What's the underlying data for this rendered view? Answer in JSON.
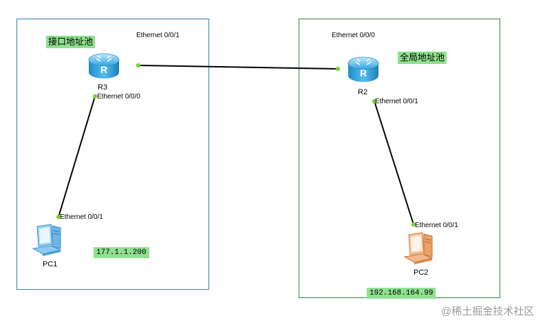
{
  "areas": {
    "left": {
      "title": "接口地址池",
      "address": "177.1.1.200"
    },
    "right": {
      "title": "全局地址池",
      "address": "192.168.164.99"
    }
  },
  "devices": {
    "r3": {
      "name": "R3",
      "icon": "router-icon"
    },
    "r2": {
      "name": "R2",
      "icon": "router-icon"
    },
    "pc1": {
      "name": "PC1",
      "icon": "pc-icon-blue"
    },
    "pc2": {
      "name": "PC2",
      "icon": "pc-icon-orange"
    }
  },
  "ports": {
    "r3_to_r2": "Ethernet 0/0/1",
    "r3_to_pc1": "Ethernet 0/0/0",
    "pc1_port": "Ethernet 0/0/1",
    "r2_to_r3": "Ethernet 0/0/0",
    "r2_to_pc2": "Ethernet 0/0/1",
    "pc2_port": "Ethernet 0/0/1"
  },
  "watermark": "@稀土掘金技术社区",
  "colors": {
    "link": "#000000",
    "port_dot": "#7ccf3a",
    "label_bg": "#8fe08f",
    "left_border": "#2e7fa6",
    "right_border": "#3a7d3a"
  }
}
